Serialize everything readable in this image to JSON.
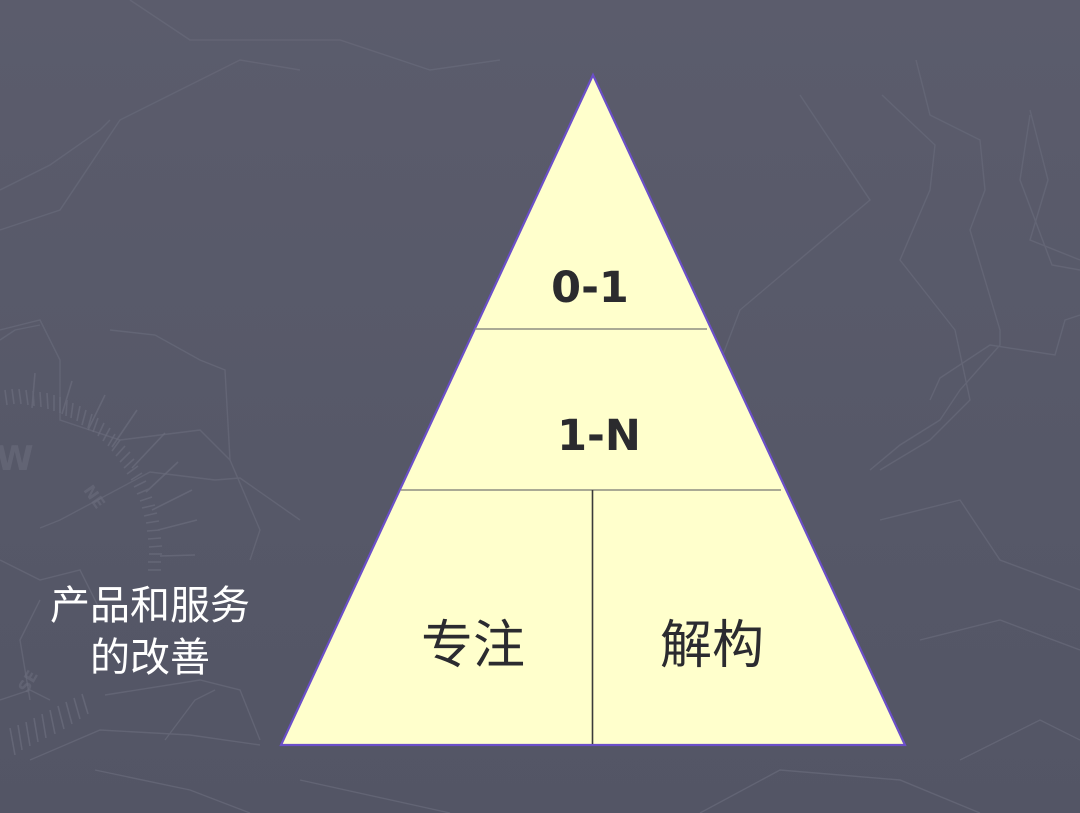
{
  "slide": {
    "background_color": "#585a6a",
    "texture_line_color": "#64667a"
  },
  "pyramid": {
    "fill_color": "#ffffcc",
    "outline_color": "#6b4fc8",
    "divider_color": "#8a8a80",
    "text_color": "#2b2b2e",
    "tiers": [
      {
        "label": "0-1"
      },
      {
        "label": "1-N"
      }
    ],
    "base": {
      "left_label": "专注",
      "right_label": "解构"
    }
  },
  "side_annotation": {
    "line1": "产品和服务",
    "line2": "的改善"
  },
  "background_marks": {
    "compass_letters": [
      "W",
      "NE",
      "SE"
    ]
  }
}
